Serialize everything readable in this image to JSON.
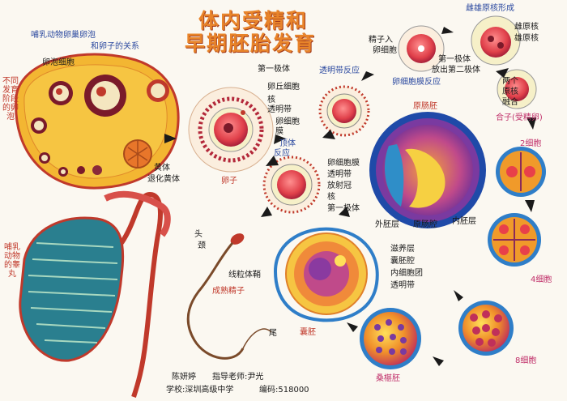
{
  "title": {
    "line1": "体内受精和",
    "line2": "早期胚胎发育"
  },
  "ovary": {
    "caption": [
      "哺乳动物卵巢卵泡",
      "和卵子的关系"
    ],
    "side_label": "不同发育阶段的卵泡",
    "follicle_cell": "卵泡细胞",
    "corpus_luteum": "黄体",
    "corpus_albicans": "退化黄体"
  },
  "oocyte": {
    "first_polar_body": "第一极体",
    "corona_cell": "卵丘细胞",
    "nucleus": "核",
    "zona": "透明带",
    "membrane": [
      "卵细胞",
      "膜"
    ],
    "name": "卵子"
  },
  "fertilization": {
    "zona_reaction": "透明带反应",
    "acrosome_reaction": [
      "顶体",
      "反应"
    ],
    "right_cell": [
      "卵细胞膜",
      "透明带",
      "放射冠",
      "核",
      "第一极体"
    ],
    "sperm_enter": [
      "精子入",
      "卵细胞"
    ],
    "polar_label": [
      "第一极体",
      "放出第二极体"
    ],
    "membrane_reaction": "卵细胞膜反应",
    "pronuclei_title": "雌雄原核形成",
    "female_pronucleus": "雌原核",
    "male_pronucleus": "雄原核",
    "fusion": [
      "两个",
      "原核",
      "融合"
    ],
    "zygote": "合子(受精卵)"
  },
  "cleavage": {
    "two": "2细胞",
    "four": "4细胞",
    "eight": "8细胞",
    "morula": "桑椹胚"
  },
  "blastocyst": {
    "name": "囊胚",
    "trophoblast": "滋养层",
    "blastocoel": "囊胚腔",
    "icm": "内细胞团",
    "zona": "透明带"
  },
  "gastrula": {
    "name": "原肠胚",
    "ectoderm": "外胚层",
    "archenteron": "原肠腔",
    "endoderm": "内胚层"
  },
  "testis": {
    "side_label": "哺乳动物的睾丸"
  },
  "sperm": {
    "head": "头",
    "neck": "颈",
    "mitochondria": "线粒体鞘",
    "tail": "尾",
    "name": "成熟精子"
  },
  "footer": {
    "author": "陈妍婷",
    "teacher": "指导老师:尹光",
    "school": "学校:深圳高级中学",
    "postcode": "编码:518000"
  },
  "colors": {
    "title": "#e8842a",
    "ovary_fill": "#f2b632",
    "embryo_orange": "#f0902a",
    "embryo_purple": "#7a3aa0",
    "accent_red": "#c0392b"
  }
}
